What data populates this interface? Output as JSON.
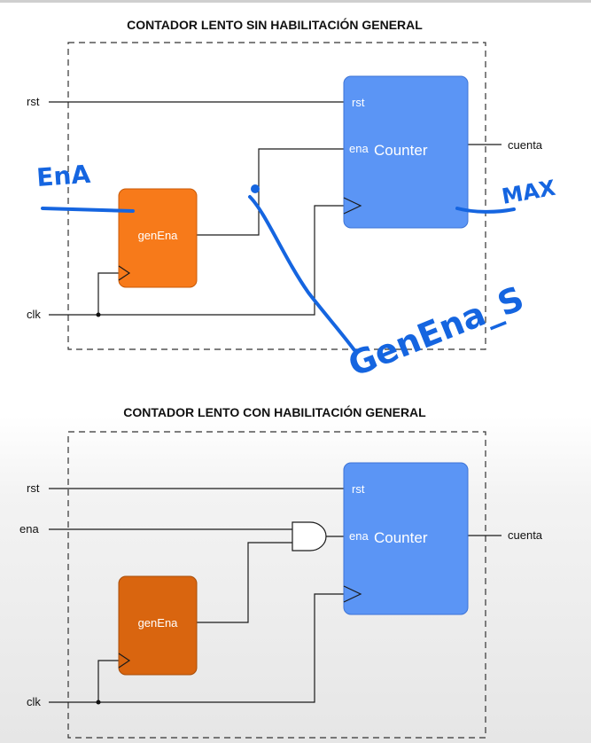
{
  "diagram_top": {
    "title": "CONTADOR LENTO SIN HABILITACIÓN GENERAL",
    "inputs": {
      "rst": "rst",
      "clk": "clk"
    },
    "output": "cuenta",
    "genena_label": "genEna",
    "counter": {
      "rst": "rst",
      "ena": "ena",
      "name": "Counter"
    },
    "annotations": {
      "ena": "EnA",
      "max": "MAX",
      "genena": "GenEna_S"
    }
  },
  "diagram_bottom": {
    "title": "CONTADOR LENTO CON HABILITACIÓN GENERAL",
    "inputs": {
      "rst": "rst",
      "ena": "ena",
      "clk": "clk"
    },
    "output": "cuenta",
    "genena_label": "genEna",
    "counter": {
      "rst": "rst",
      "ena": "ena",
      "name": "Counter"
    }
  },
  "colors": {
    "counter_fill": "#5b95f5",
    "genena_fill_top": "#f77a1a",
    "genena_fill_bottom": "#d9650f",
    "ink": "#1565e0"
  }
}
